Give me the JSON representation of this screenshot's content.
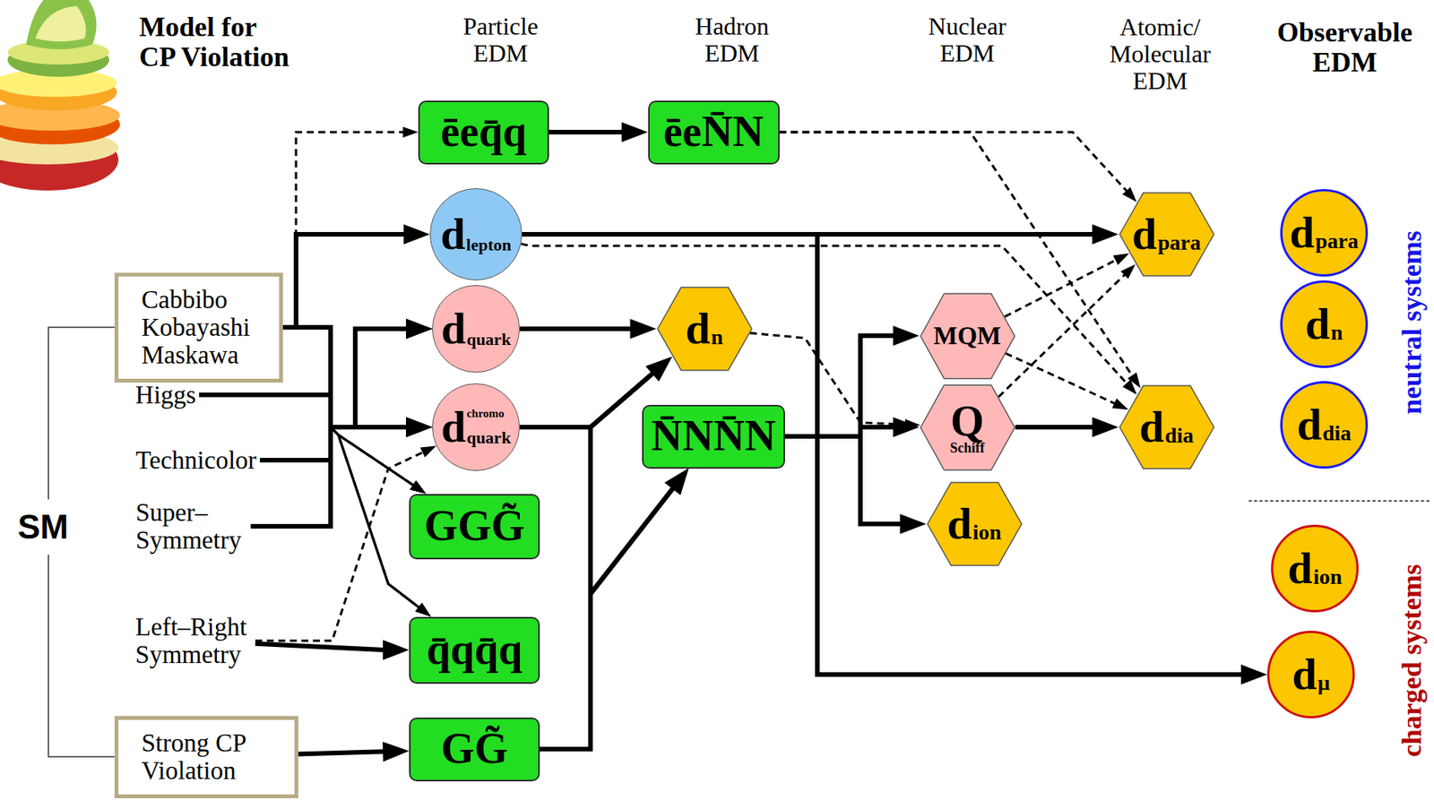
{
  "diagram": {
    "nodes": [
      {
        "text": [
          "Cabbibo Kobayashi Maskawa"
        ]
      },
      {
        "text": [
          "Higgs"
        ]
      },
      {
        "text": [
          "Technicolor"
        ]
      },
      {
        "text": [
          "Super– Symmetry"
        ]
      },
      {
        "text": [
          "Left–Right Symmetry"
        ]
      },
      {
        "text": [
          "Strong CP Violation"
        ]
      },
      {
        "text": [
          "ēeq̄q"
        ]
      },
      {
        "text": [
          "d",
          "lepton"
        ]
      },
      {
        "text": [
          "d",
          "quark"
        ]
      },
      {
        "text": [
          "chromo",
          "d",
          "quark"
        ]
      },
      {
        "text": [
          "GGG̃"
        ]
      },
      {
        "text": [
          "q̄qq̄q"
        ]
      },
      {
        "text": [
          "GG̃"
        ]
      },
      {
        "text": [
          "ēeN̄N"
        ]
      },
      {
        "text": [
          "d",
          "n"
        ]
      },
      {
        "text": [
          "N̄NN̄N"
        ]
      },
      {
        "text": [
          "MQM"
        ]
      },
      {
        "text": [
          "Q",
          "Schiff"
        ]
      },
      {
        "text": [
          "d",
          "ion"
        ]
      },
      {
        "text": [
          "d",
          "para"
        ]
      },
      {
        "text": [
          "d",
          "dia"
        ]
      },
      {
        "text": [
          "d",
          "para"
        ]
      },
      {
        "text": [
          "d",
          "n"
        ]
      },
      {
        "text": [
          "d",
          "dia"
        ]
      },
      {
        "text": [
          "d",
          "ion"
        ]
      },
      {
        "text": [
          "d",
          "μ"
        ]
      }
    ],
    "edges": [
      {
        "from": 0,
        "to": 6,
        "arrow": "to"
      },
      {
        "from": 0,
        "to": 7,
        "arrow": "to"
      },
      {
        "from": 0,
        "to": 8,
        "arrow": "to"
      },
      {
        "from": 1,
        "to": 8,
        "arrow": "to"
      },
      {
        "from": 2,
        "to": 8,
        "arrow": "to"
      },
      {
        "from": 3,
        "to": 8,
        "arrow": "to"
      },
      {
        "from": 0,
        "to": 9,
        "arrow": "to"
      },
      {
        "from": 1,
        "to": 9,
        "arrow": "to"
      },
      {
        "from": 2,
        "to": 9,
        "arrow": "to"
      },
      {
        "from": 3,
        "to": 9,
        "arrow": "to"
      },
      {
        "from": 0,
        "to": 10,
        "arrow": "to"
      },
      {
        "from": 1,
        "to": 10,
        "arrow": "to"
      },
      {
        "from": 2,
        "to": 10,
        "arrow": "to"
      },
      {
        "from": 3,
        "to": 10,
        "arrow": "to"
      },
      {
        "from": 0,
        "to": 11,
        "arrow": "to"
      },
      {
        "from": 1,
        "to": 11,
        "arrow": "to"
      },
      {
        "from": 2,
        "to": 11,
        "arrow": "to"
      },
      {
        "from": 3,
        "to": 11,
        "arrow": "to"
      },
      {
        "from": 4,
        "to": 11,
        "arrow": "to"
      },
      {
        "from": 4,
        "to": 9,
        "arrow": "to"
      },
      {
        "from": 5,
        "to": 12,
        "arrow": "to"
      },
      {
        "from": 6,
        "to": 13,
        "arrow": "to"
      },
      {
        "from": 13,
        "to": 19,
        "arrow": "to"
      },
      {
        "from": 13,
        "to": 20,
        "arrow": "to"
      },
      {
        "from": 7,
        "to": 19,
        "arrow": "to"
      },
      {
        "from": 7,
        "to": 20,
        "arrow": "to"
      },
      {
        "from": 7,
        "to": 25,
        "arrow": "to"
      },
      {
        "from": 8,
        "to": 14,
        "arrow": "to"
      },
      {
        "from": 9,
        "to": 14,
        "arrow": "to"
      },
      {
        "from": 9,
        "to": 15,
        "arrow": "to"
      },
      {
        "from": 12,
        "to": 14,
        "arrow": "to"
      },
      {
        "from": 12,
        "to": 15,
        "arrow": "to"
      },
      {
        "from": 14,
        "to": 17,
        "arrow": "to"
      },
      {
        "from": 15,
        "to": 16,
        "arrow": "to"
      },
      {
        "from": 15,
        "to": 17,
        "arrow": "to"
      },
      {
        "from": 15,
        "to": 18,
        "arrow": "to"
      },
      {
        "from": 16,
        "to": 19,
        "arrow": "to"
      },
      {
        "from": 16,
        "to": 20,
        "arrow": "to"
      },
      {
        "from": 17,
        "to": 19,
        "arrow": "to"
      },
      {
        "from": 17,
        "to": 20,
        "arrow": "to"
      }
    ],
    "labels": [
      "Model for CP Violation",
      "Particle EDM",
      "Hadron EDM",
      "Nuclear EDM",
      "Atomic/ Molecular EDM",
      "Observable EDM",
      "neutral systems",
      "charged systems",
      "SM"
    ]
  }
}
